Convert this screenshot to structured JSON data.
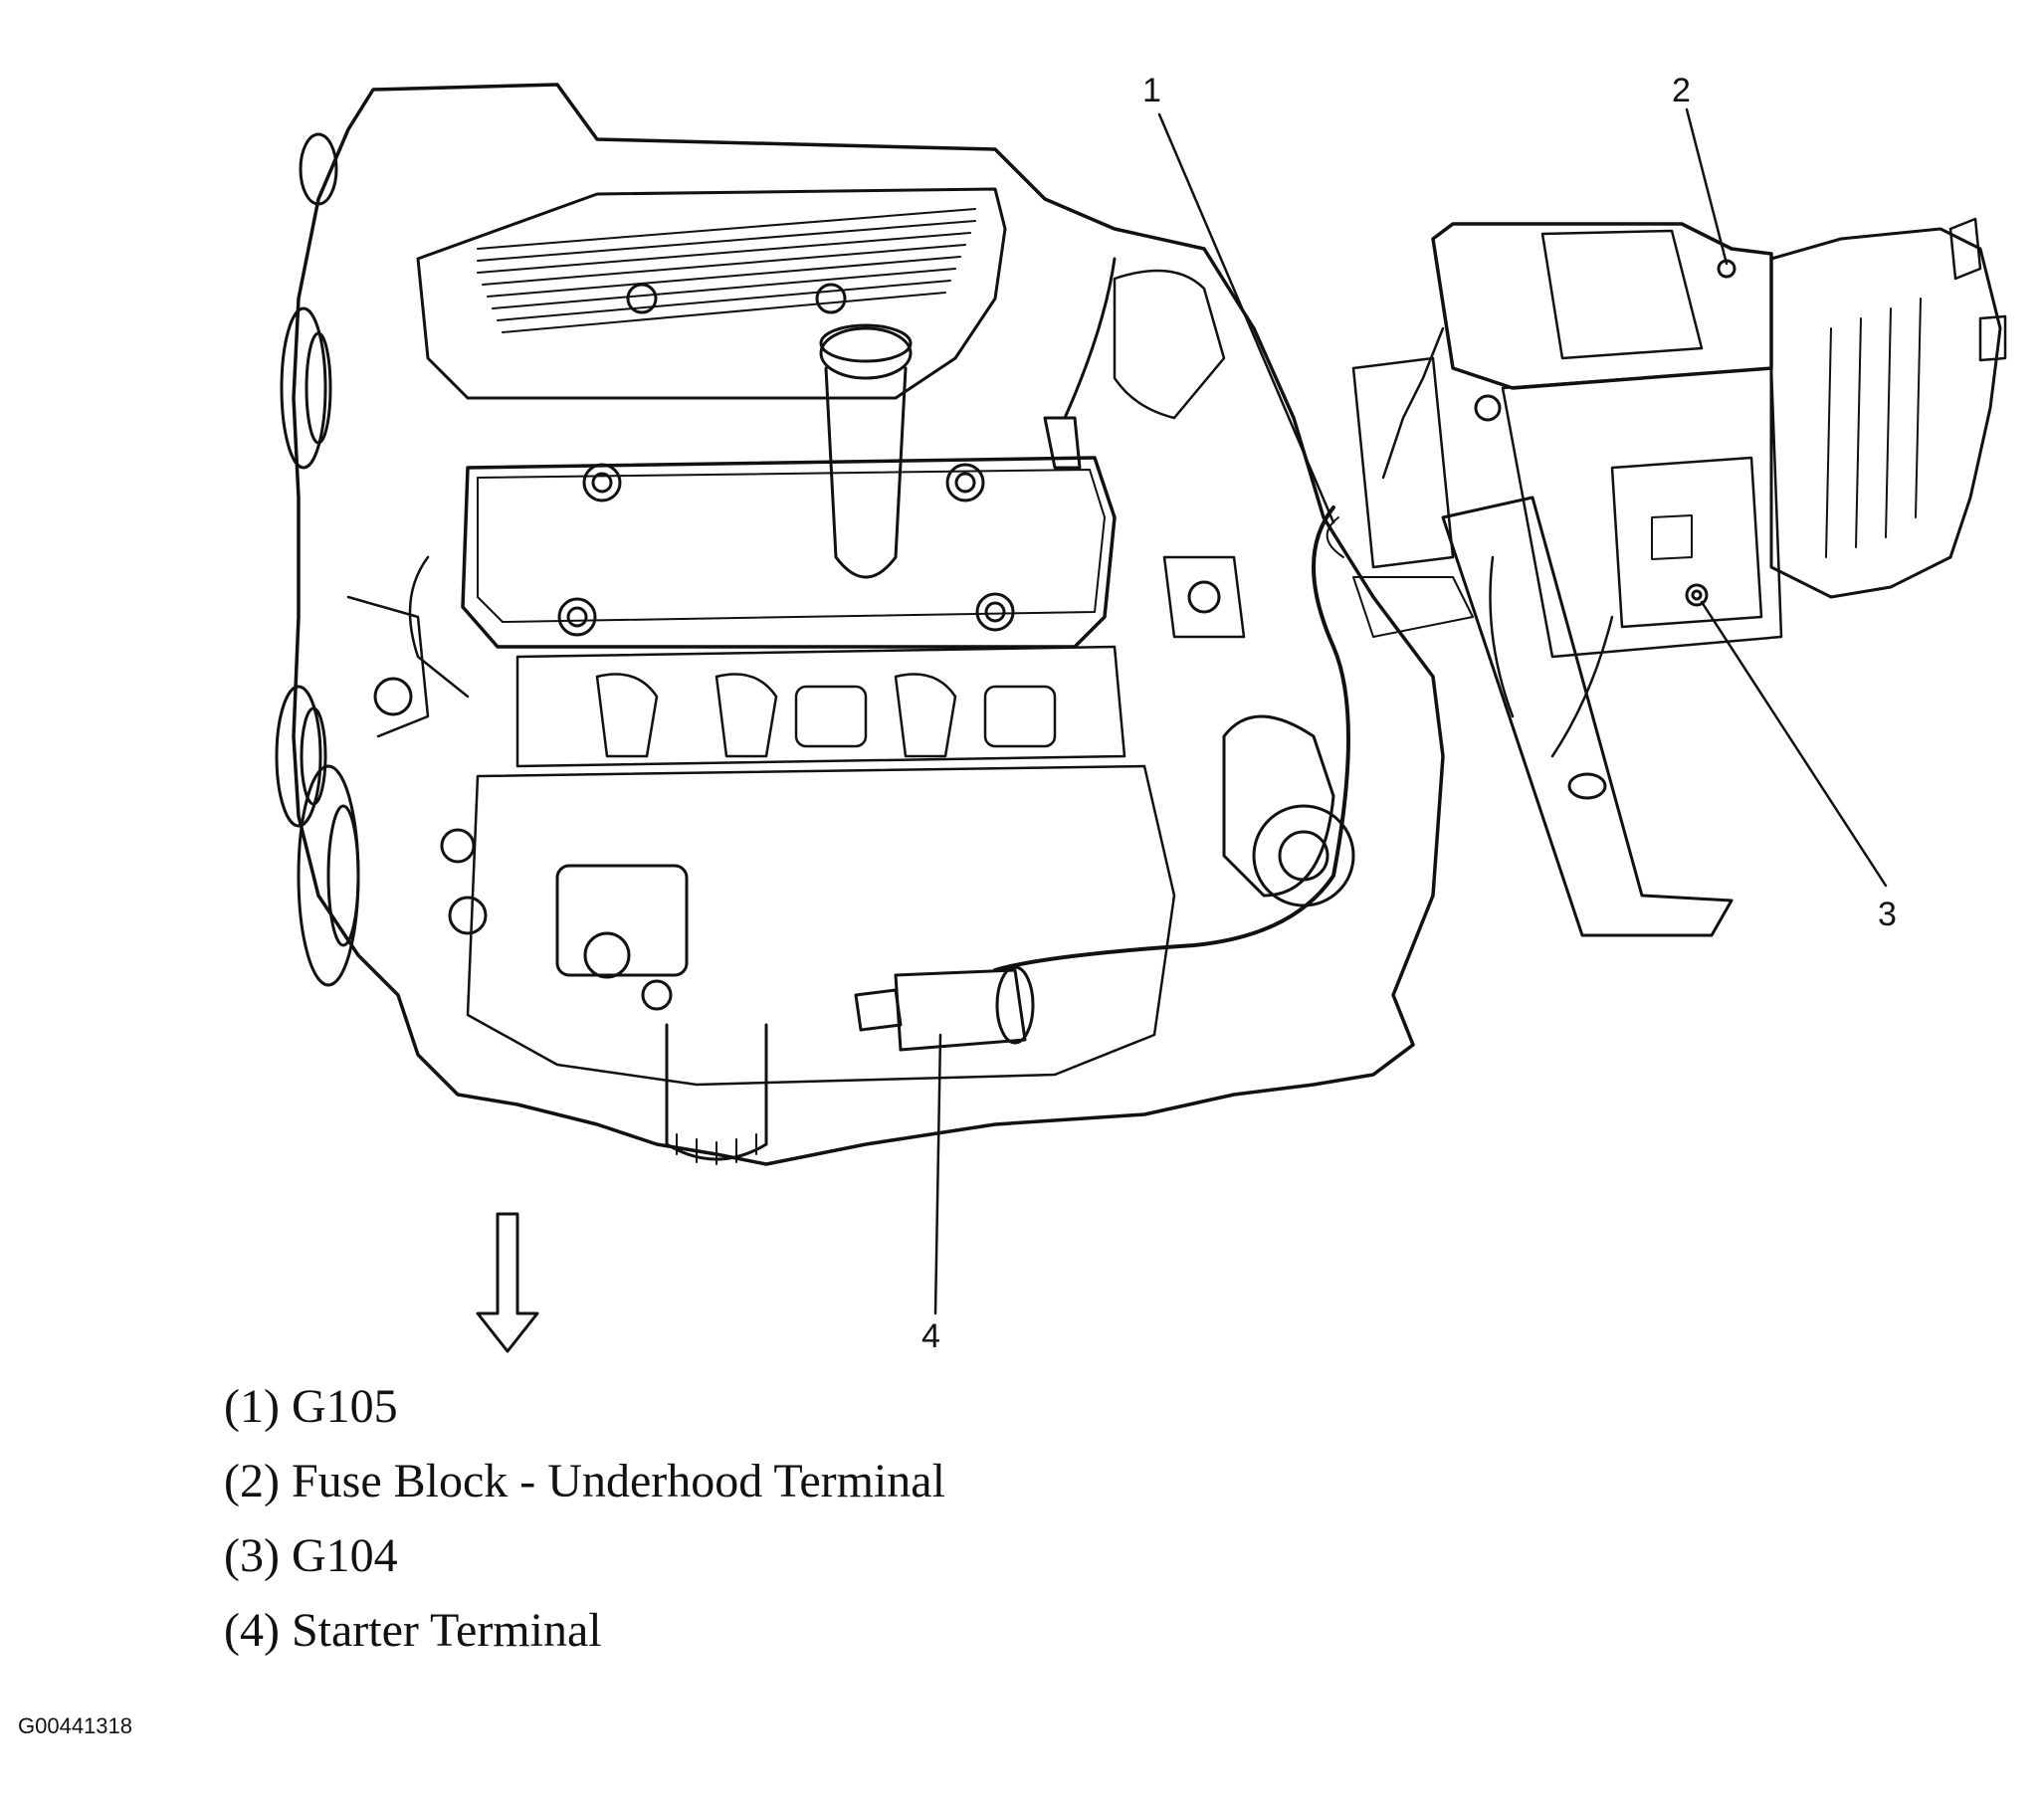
{
  "callouts": [
    {
      "number": "1"
    },
    {
      "number": "2"
    },
    {
      "number": "3"
    },
    {
      "number": "4"
    }
  ],
  "legend": [
    {
      "text": "(1) G105"
    },
    {
      "text": "(2) Fuse Block - Underhood Terminal"
    },
    {
      "text": "(3) G104"
    },
    {
      "text": "(4) Starter Terminal"
    }
  ],
  "figure_id": "G00441318",
  "colors": {
    "line": "#111111",
    "background": "#ffffff"
  },
  "icons": {
    "direction_arrow": "down-arrow-icon"
  }
}
